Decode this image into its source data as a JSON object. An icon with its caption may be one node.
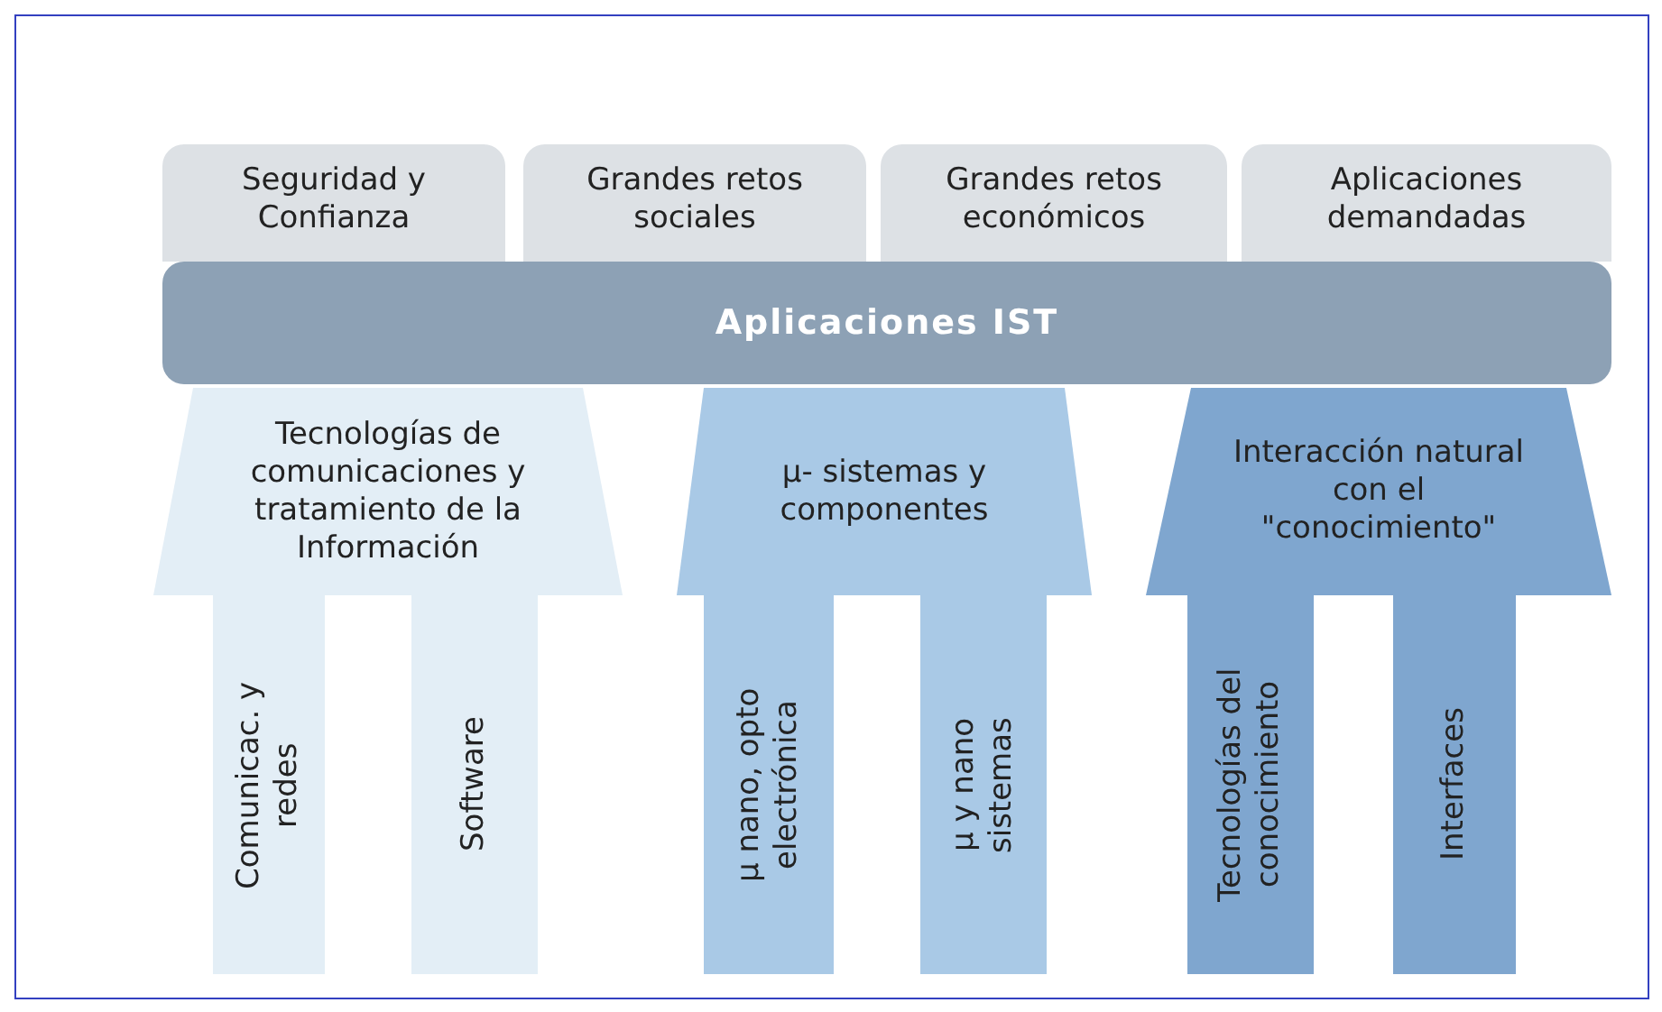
{
  "diagram": {
    "nodes": [
      {
        "text": [
          "Seguridad y Confianza"
        ]
      },
      {
        "text": [
          "Grandes retos sociales"
        ]
      },
      {
        "text": [
          "Grandes retos económicos"
        ]
      },
      {
        "text": [
          "Aplicaciones demandadas"
        ]
      },
      {
        "text": [
          "Aplicaciones IST"
        ]
      },
      {
        "text": [
          "Tecnologías de comunicaciones y tratamiento de la Información"
        ]
      },
      {
        "text": [
          "μ- sistemas y componentes"
        ]
      },
      {
        "text": [
          "Interacción natural con el \"conocimiento\""
        ]
      },
      {
        "text": [
          "Comunicac. y redes"
        ]
      },
      {
        "text": [
          "Software"
        ]
      },
      {
        "text": [
          "μ nano, opto electrónica"
        ]
      },
      {
        "text": [
          "μ y nano sistemas"
        ]
      },
      {
        "text": [
          "Tecnologías del conocimiento"
        ]
      },
      {
        "text": [
          "Interfaces"
        ]
      }
    ],
    "edges": []
  }
}
